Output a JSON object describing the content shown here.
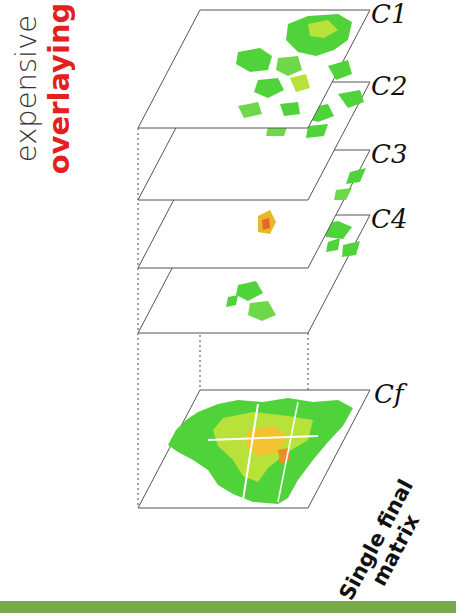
{
  "diagram": {
    "labels": [
      "expensive",
      "overlaying",
      "C1",
      "C2",
      "C3",
      "C4",
      "Cf",
      "Single final matrix"
    ]
  }
}
